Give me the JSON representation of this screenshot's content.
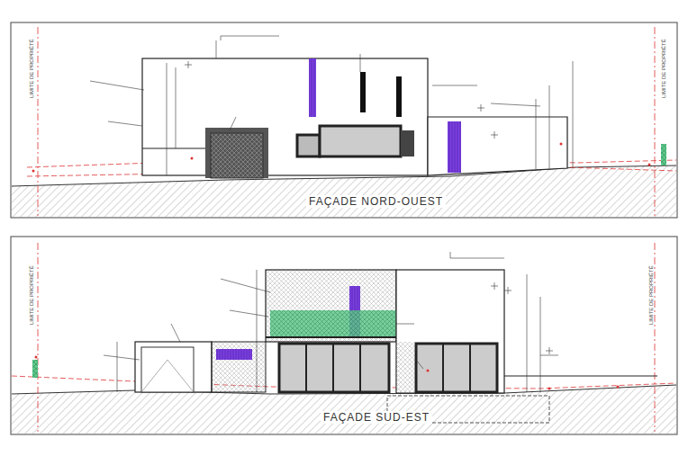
{
  "diagram": {
    "labels": [
      "FAÇADE NORD-OUEST",
      "FAÇADE SUD-EST",
      "LIMITE DE PROPRIÉTÉ",
      "LIMITE DE PROPRIÉTÉ",
      "LIMITE DE PROPRIÉTÉ",
      "LIMITE DE PROPRIÉTÉ"
    ]
  }
}
